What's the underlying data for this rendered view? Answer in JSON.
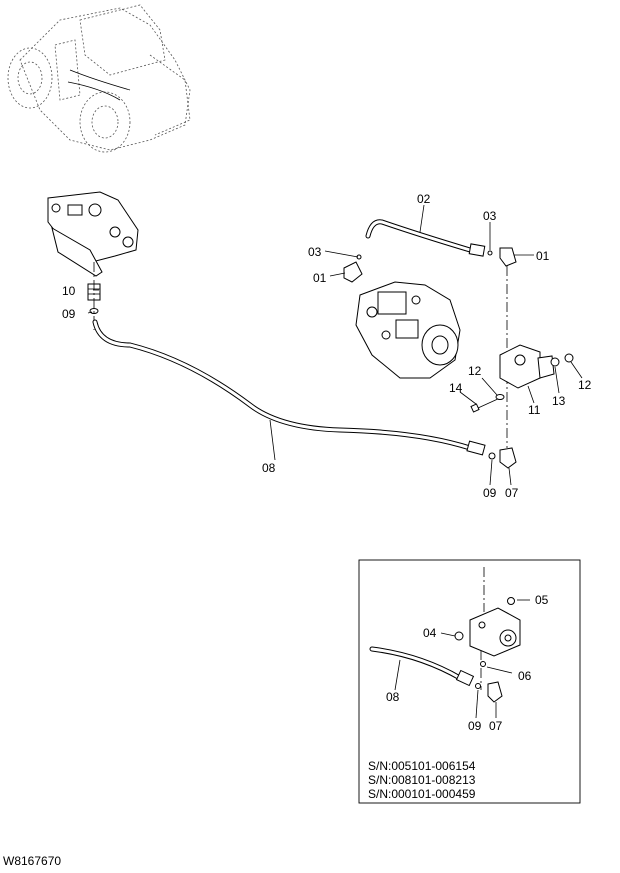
{
  "drawing_code": "W8167670",
  "callouts": {
    "c01_left": "01",
    "c01_right": "01",
    "c02": "02",
    "c03_left": "03",
    "c03_right": "03",
    "c07": "07",
    "c08": "08",
    "c09_top": "09",
    "c09_bottom": "09",
    "c10": "10",
    "c11": "11",
    "c12_left": "12",
    "c12_right": "12",
    "c13": "13",
    "c14": "14"
  },
  "inset": {
    "callouts": {
      "c04": "04",
      "c05": "05",
      "c06": "06",
      "c07": "07",
      "c08": "08",
      "c09": "09"
    },
    "serials": [
      "S/N:005101-006154",
      "S/N:008101-008213",
      "S/N:000101-000459"
    ]
  }
}
